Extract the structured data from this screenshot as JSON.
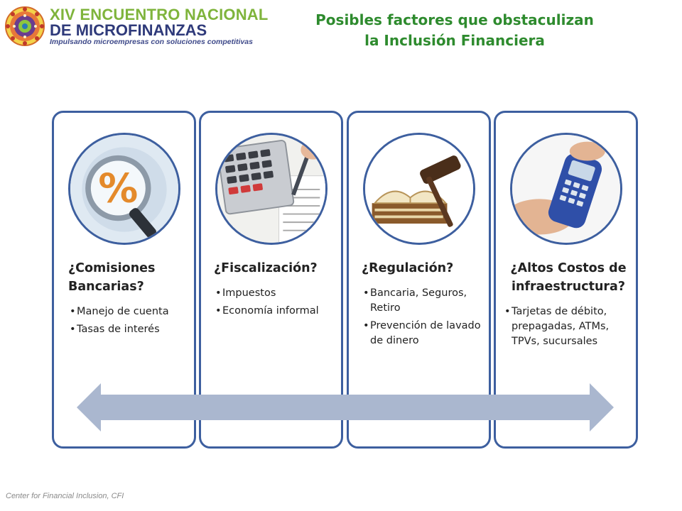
{
  "header": {
    "logo_line1": "XIV ENCUENTRO NACIONAL",
    "logo_line2_prefix": "DE ",
    "logo_line2_main": "MICROFINANZAS",
    "logo_tagline": "Impulsando microempresas con soluciones competitivas",
    "title_line1": "Posibles factores que obstaculizan",
    "title_line2": "la Inclusión Financiera"
  },
  "cards": [
    {
      "heading": "¿Comisiones Bancarias?",
      "bullets": [
        "Manejo de cuenta",
        "Tasas de interés"
      ],
      "image_icon": "percent-magnifier-icon"
    },
    {
      "heading": "¿Fiscalización?",
      "bullets": [
        "Impuestos",
        "Economía informal"
      ],
      "image_icon": "calculator-icon"
    },
    {
      "heading": "¿Regulación?",
      "bullets": [
        "Bancaria, Seguros, Retiro",
        "Prevención de lavado de dinero"
      ],
      "image_icon": "gavel-book-icon"
    },
    {
      "heading": "¿Altos Costos de infraestructura?",
      "bullets": [
        "Tarjetas de débito, prepagadas, ATMs, TPVs, sucursales"
      ],
      "image_icon": "card-terminal-icon"
    }
  ],
  "footer": {
    "credit": "Center for Financial Inclusion, CFI"
  },
  "colors": {
    "title_green": "#2e8b2e",
    "logo_green": "#7fb43c",
    "logo_navy": "#2f3a7a",
    "card_border": "#3d5f9f",
    "arrow_fill": "#aab7cf"
  }
}
